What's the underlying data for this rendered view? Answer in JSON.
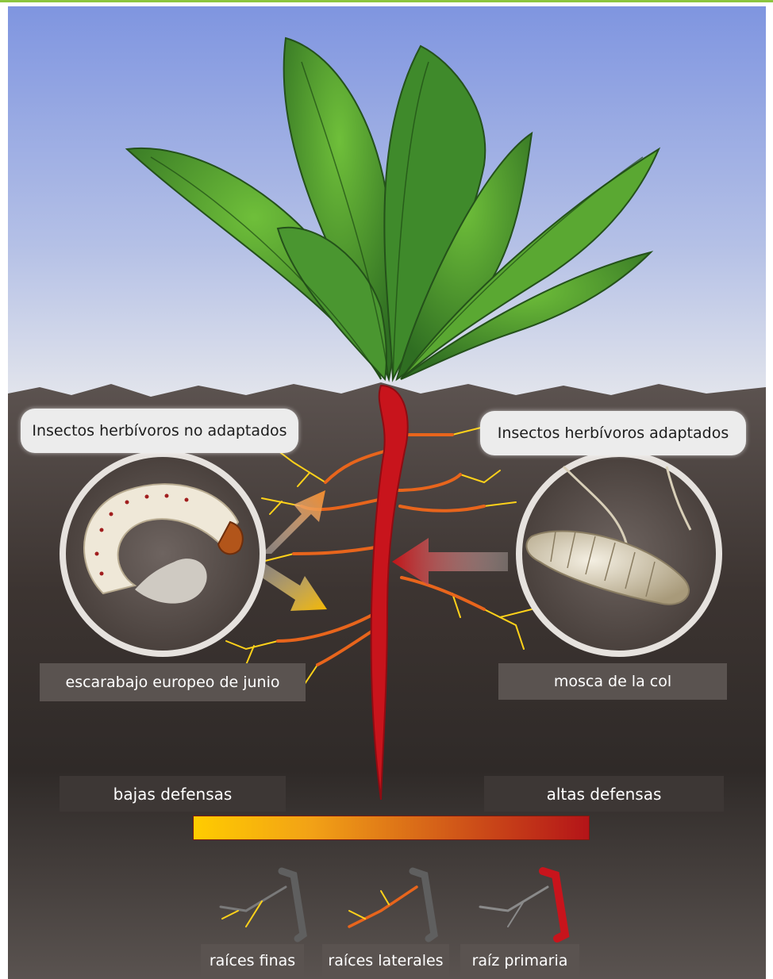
{
  "labels": {
    "non_adapted": "Insectos herbívoros no adaptados",
    "adapted": "Insectos herbívoros adaptados",
    "beetle": "escarabajo europeo de junio",
    "fly": "mosca de la col",
    "low_defense": "bajas defensas",
    "high_defense": "altas defensas",
    "fine_roots": "raíces finas",
    "lateral_roots": "raíces laterales",
    "primary_root": "raíz primaria"
  },
  "colors": {
    "frame_accent": "#8cc63f",
    "sky_top": "#7f95e0",
    "sky_bottom": "#dde2ec",
    "soil": "#4a413d",
    "leaf": "#3f8a2b",
    "root_primary": "#c8141c",
    "root_lateral": "#e8651c",
    "root_fine": "#ffd21a",
    "defense_low": "#ffcc00",
    "defense_high": "#b41418"
  },
  "icons": [
    "beet-plant",
    "june-beetle-larva",
    "cabbage-fly-larva",
    "arrow-left",
    "arrow-up-right",
    "arrow-down-right",
    "root-legend-fine",
    "root-legend-lateral",
    "root-legend-primary"
  ]
}
